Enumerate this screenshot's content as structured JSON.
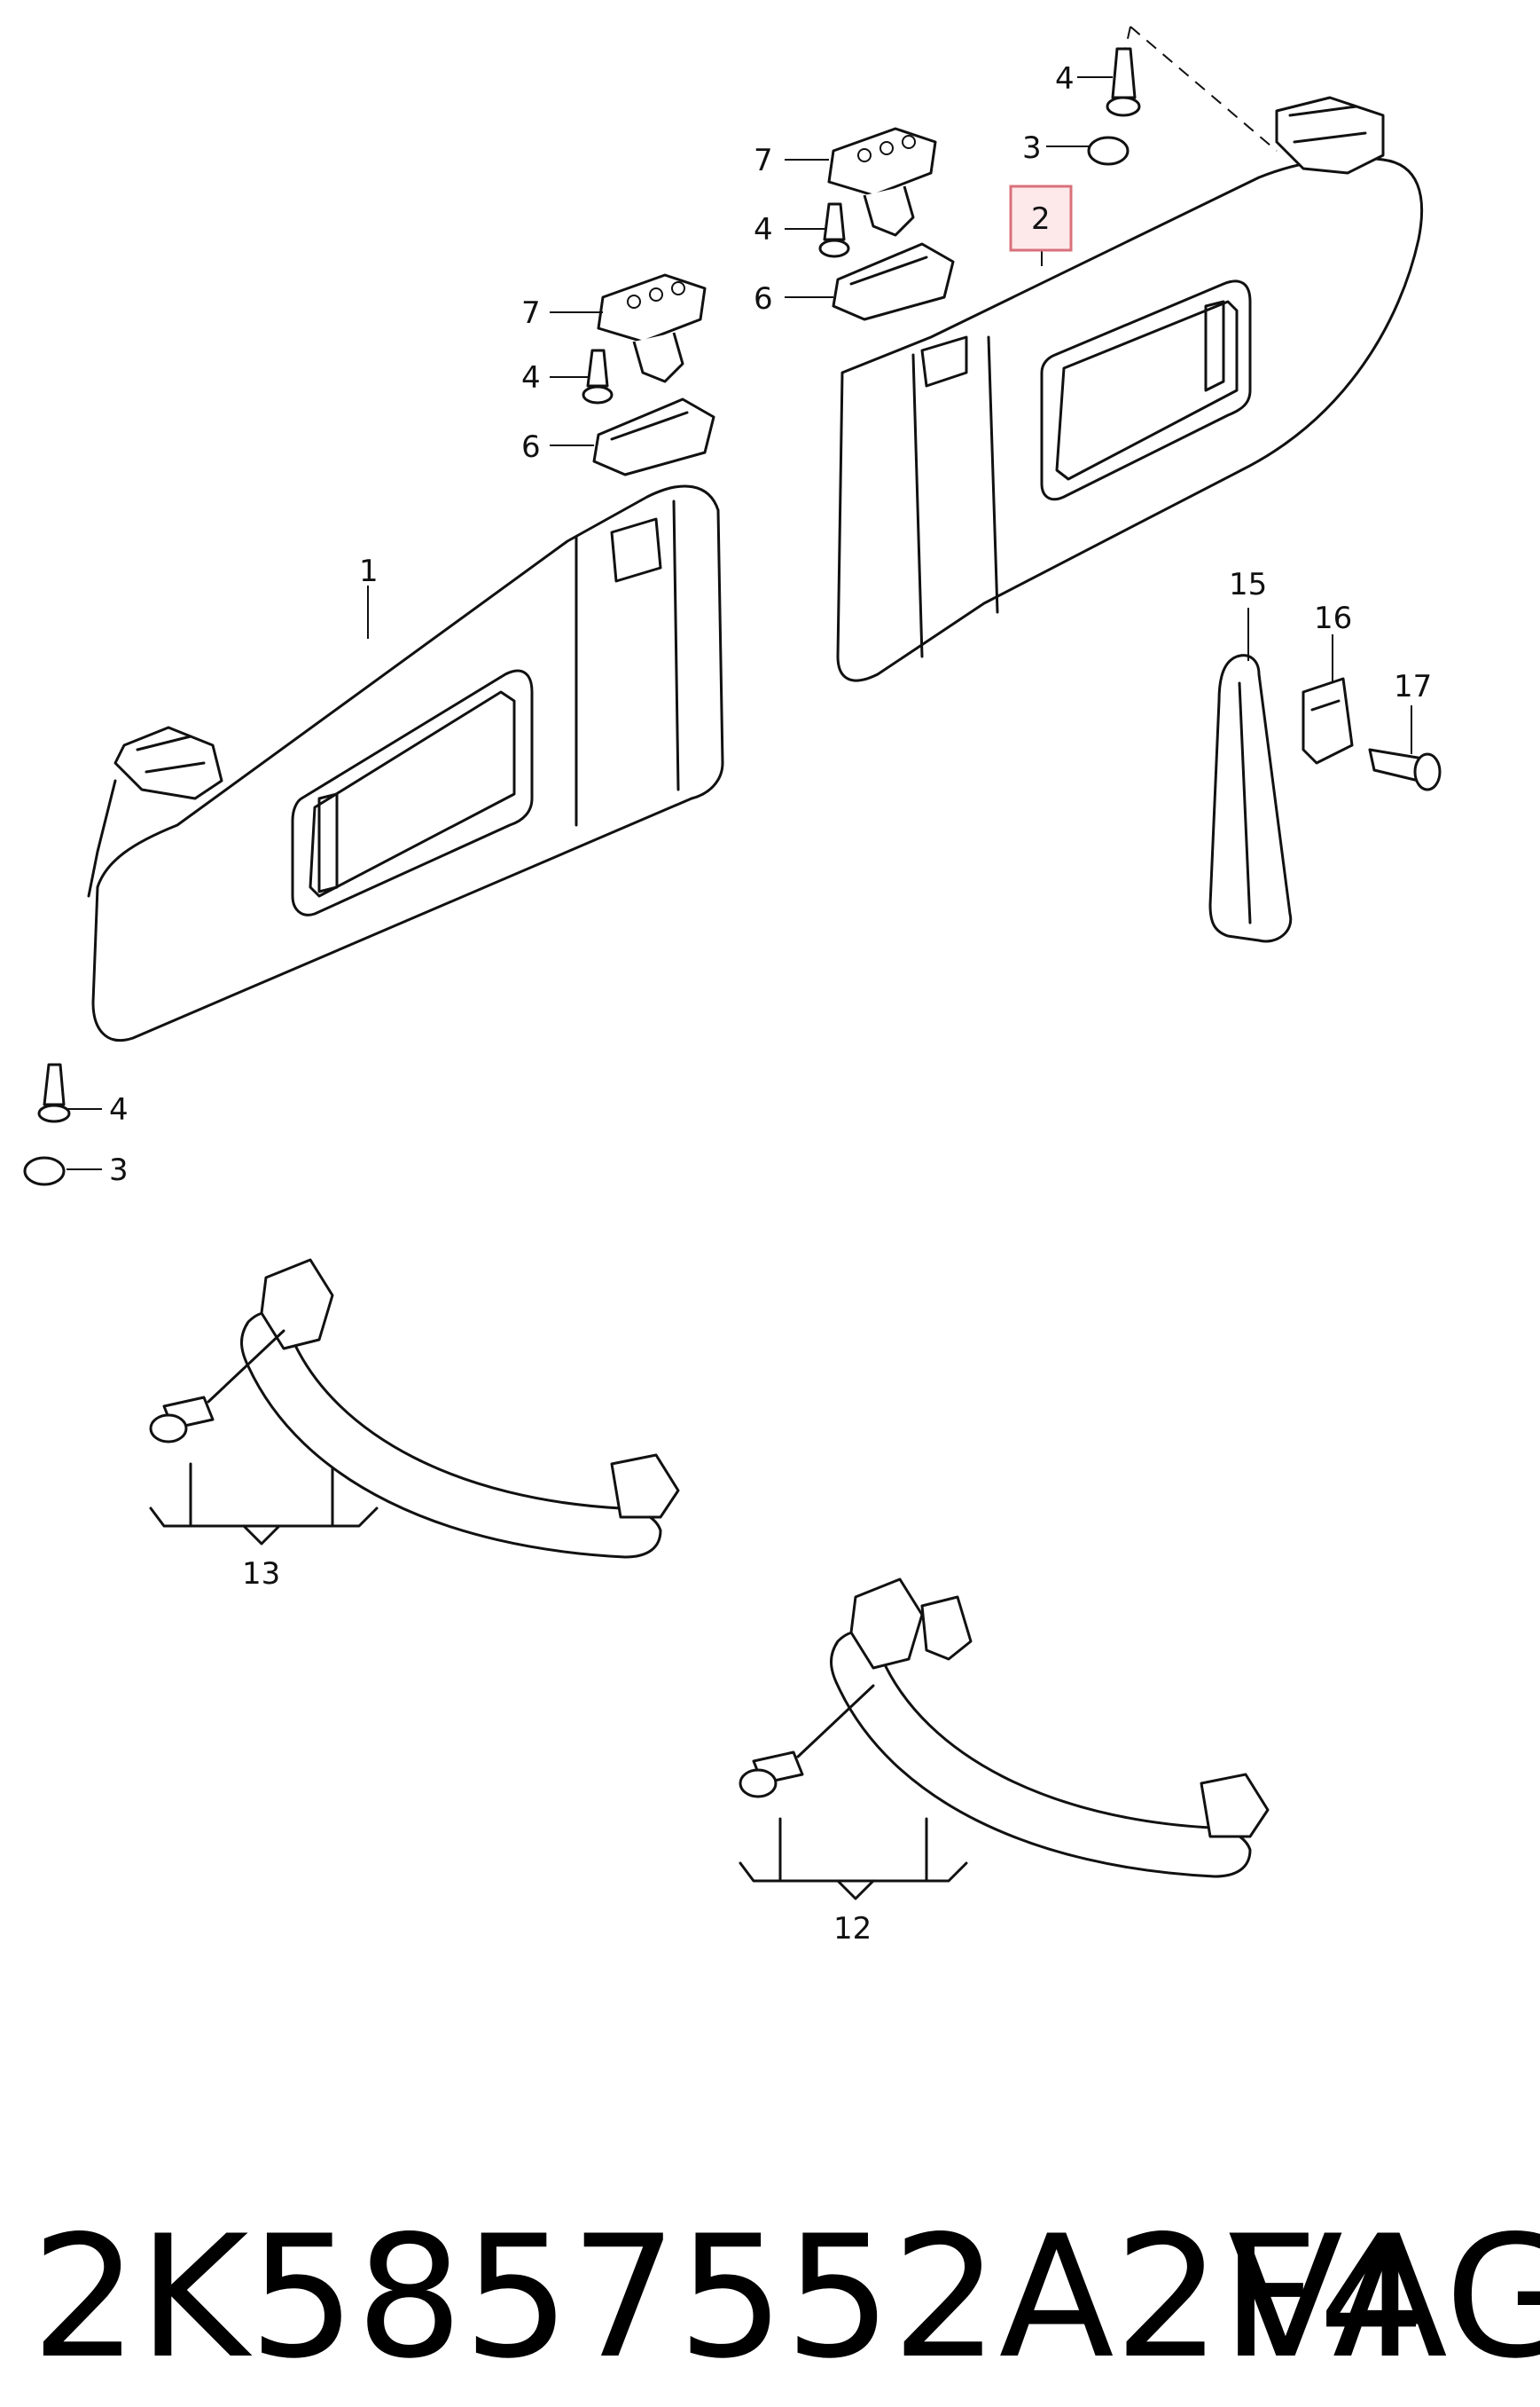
{
  "callouts": {
    "c1": "1",
    "c2": "2",
    "c3a": "3",
    "c3b": "3",
    "c4a": "4",
    "c4b": "4",
    "c4c": "4",
    "c4d": "4",
    "c6a": "6",
    "c6b": "6",
    "c7a": "7",
    "c7b": "7",
    "c12": "12",
    "c13": "13",
    "c15": "15",
    "c16": "16",
    "c17": "17"
  },
  "footer": {
    "part_number": "2K5857552A2F4",
    "brand": "VAG"
  },
  "colors": {
    "highlight_border": "#d9707a",
    "highlight_fill": "#fde8ea",
    "line": "#111111"
  }
}
